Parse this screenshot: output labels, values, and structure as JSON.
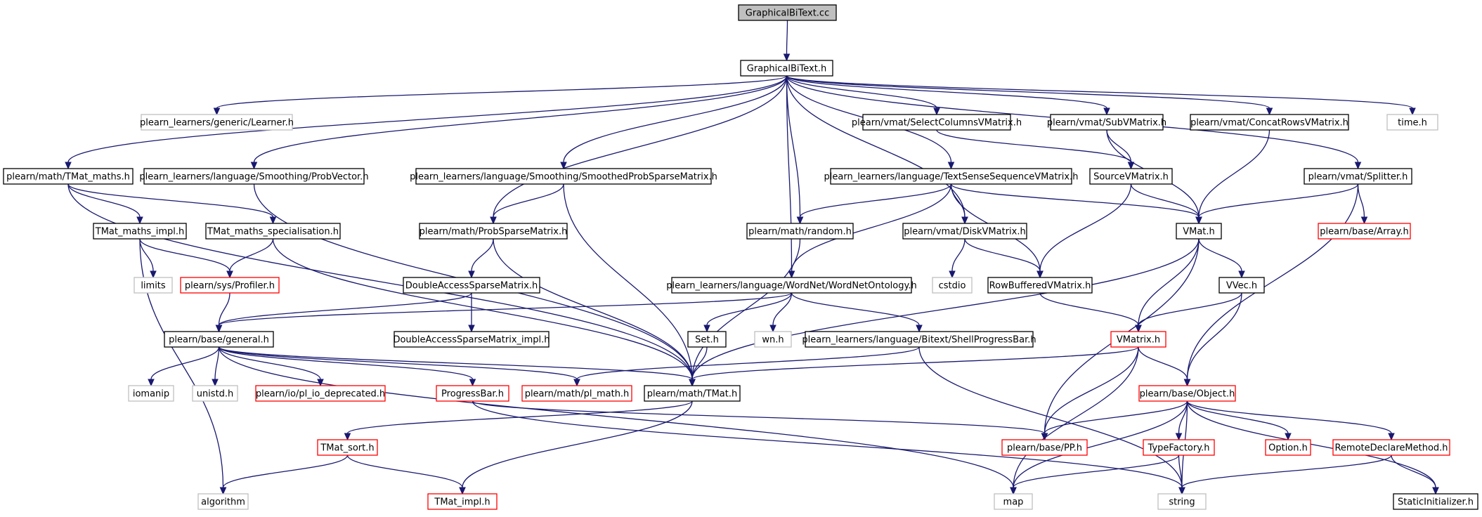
{
  "graph": {
    "nodes": [
      {
        "id": "root",
        "label": "GraphicalBiText.cc",
        "style": "root"
      },
      {
        "id": "gbt",
        "label": "GraphicalBiText.h",
        "style": "black"
      },
      {
        "id": "learner",
        "label": "plearn_learners/generic/Learner.h",
        "style": "gray"
      },
      {
        "id": "selcol",
        "label": "plearn/vmat/SelectColumnsVMatrix.h",
        "style": "black"
      },
      {
        "id": "subv",
        "label": "plearn/vmat/SubVMatrix.h",
        "style": "black"
      },
      {
        "id": "concat",
        "label": "plearn/vmat/ConcatRowsVMatrix.h",
        "style": "black"
      },
      {
        "id": "timeh",
        "label": "time.h",
        "style": "gray"
      },
      {
        "id": "tmatmaths",
        "label": "plearn/math/TMat_maths.h",
        "style": "black"
      },
      {
        "id": "probvec",
        "label": "plearn_learners/language/Smoothing/ProbVector.h",
        "style": "black"
      },
      {
        "id": "smoothed",
        "label": "plearn_learners/language/Smoothing/SmoothedProbSparseMatrix.h",
        "style": "black"
      },
      {
        "id": "textsense",
        "label": "plearn_learners/language/TextSenseSequenceVMatrix.h",
        "style": "black"
      },
      {
        "id": "sourcev",
        "label": "SourceVMatrix.h",
        "style": "black"
      },
      {
        "id": "splitter",
        "label": "plearn/vmat/Splitter.h",
        "style": "black"
      },
      {
        "id": "tmimpl",
        "label": "TMat_maths_impl.h",
        "style": "black"
      },
      {
        "id": "tmspec",
        "label": "TMat_maths_specialisation.h",
        "style": "black"
      },
      {
        "id": "probsparse",
        "label": "plearn/math/ProbSparseMatrix.h",
        "style": "black"
      },
      {
        "id": "random",
        "label": "plearn/math/random.h",
        "style": "black"
      },
      {
        "id": "diskv",
        "label": "plearn/vmat/DiskVMatrix.h",
        "style": "black"
      },
      {
        "id": "vmat",
        "label": "VMat.h",
        "style": "black"
      },
      {
        "id": "array",
        "label": "plearn/base/Array.h",
        "style": "red"
      },
      {
        "id": "limits",
        "label": "limits",
        "style": "gray"
      },
      {
        "id": "profiler",
        "label": "plearn/sys/Profiler.h",
        "style": "red"
      },
      {
        "id": "dasm",
        "label": "DoubleAccessSparseMatrix.h",
        "style": "black"
      },
      {
        "id": "wordnet",
        "label": "plearn_learners/language/WordNet/WordNetOntology.h",
        "style": "black"
      },
      {
        "id": "cstdio",
        "label": "cstdio",
        "style": "gray"
      },
      {
        "id": "rowbuf",
        "label": "RowBufferedVMatrix.h",
        "style": "black"
      },
      {
        "id": "vvec",
        "label": "VVec.h",
        "style": "black"
      },
      {
        "id": "general",
        "label": "plearn/base/general.h",
        "style": "black"
      },
      {
        "id": "dasmimpl",
        "label": "DoubleAccessSparseMatrix_impl.h",
        "style": "black"
      },
      {
        "id": "seth",
        "label": "Set.h",
        "style": "black"
      },
      {
        "id": "wnh",
        "label": "wn.h",
        "style": "gray"
      },
      {
        "id": "shellprog",
        "label": "plearn_learners/language/Bitext/ShellProgressBar.h",
        "style": "black"
      },
      {
        "id": "vmatrix",
        "label": "VMatrix.h",
        "style": "red"
      },
      {
        "id": "iomanip",
        "label": "iomanip",
        "style": "gray"
      },
      {
        "id": "unistd",
        "label": "unistd.h",
        "style": "gray"
      },
      {
        "id": "plio",
        "label": "plearn/io/pl_io_deprecated.h",
        "style": "red"
      },
      {
        "id": "progress",
        "label": "ProgressBar.h",
        "style": "red"
      },
      {
        "id": "plmath",
        "label": "plearn/math/pl_math.h",
        "style": "red"
      },
      {
        "id": "tmat",
        "label": "plearn/math/TMat.h",
        "style": "black"
      },
      {
        "id": "object",
        "label": "plearn/base/Object.h",
        "style": "red"
      },
      {
        "id": "tmsort",
        "label": "TMat_sort.h",
        "style": "red"
      },
      {
        "id": "pp",
        "label": "plearn/base/PP.h",
        "style": "red"
      },
      {
        "id": "typefac",
        "label": "TypeFactory.h",
        "style": "red"
      },
      {
        "id": "option",
        "label": "Option.h",
        "style": "red"
      },
      {
        "id": "remote",
        "label": "RemoteDeclareMethod.h",
        "style": "red"
      },
      {
        "id": "algorithm",
        "label": "algorithm",
        "style": "gray"
      },
      {
        "id": "tmimplh",
        "label": "TMat_impl.h",
        "style": "red"
      },
      {
        "id": "map",
        "label": "map",
        "style": "gray"
      },
      {
        "id": "string",
        "label": "string",
        "style": "gray"
      },
      {
        "id": "staticinit",
        "label": "StaticInitializer.h",
        "style": "black"
      }
    ],
    "colors": {
      "edge": "#191970",
      "red_border": "#ff0000",
      "gray_border": "#bfbfbf",
      "root_fill": "#bfbfbf"
    }
  }
}
